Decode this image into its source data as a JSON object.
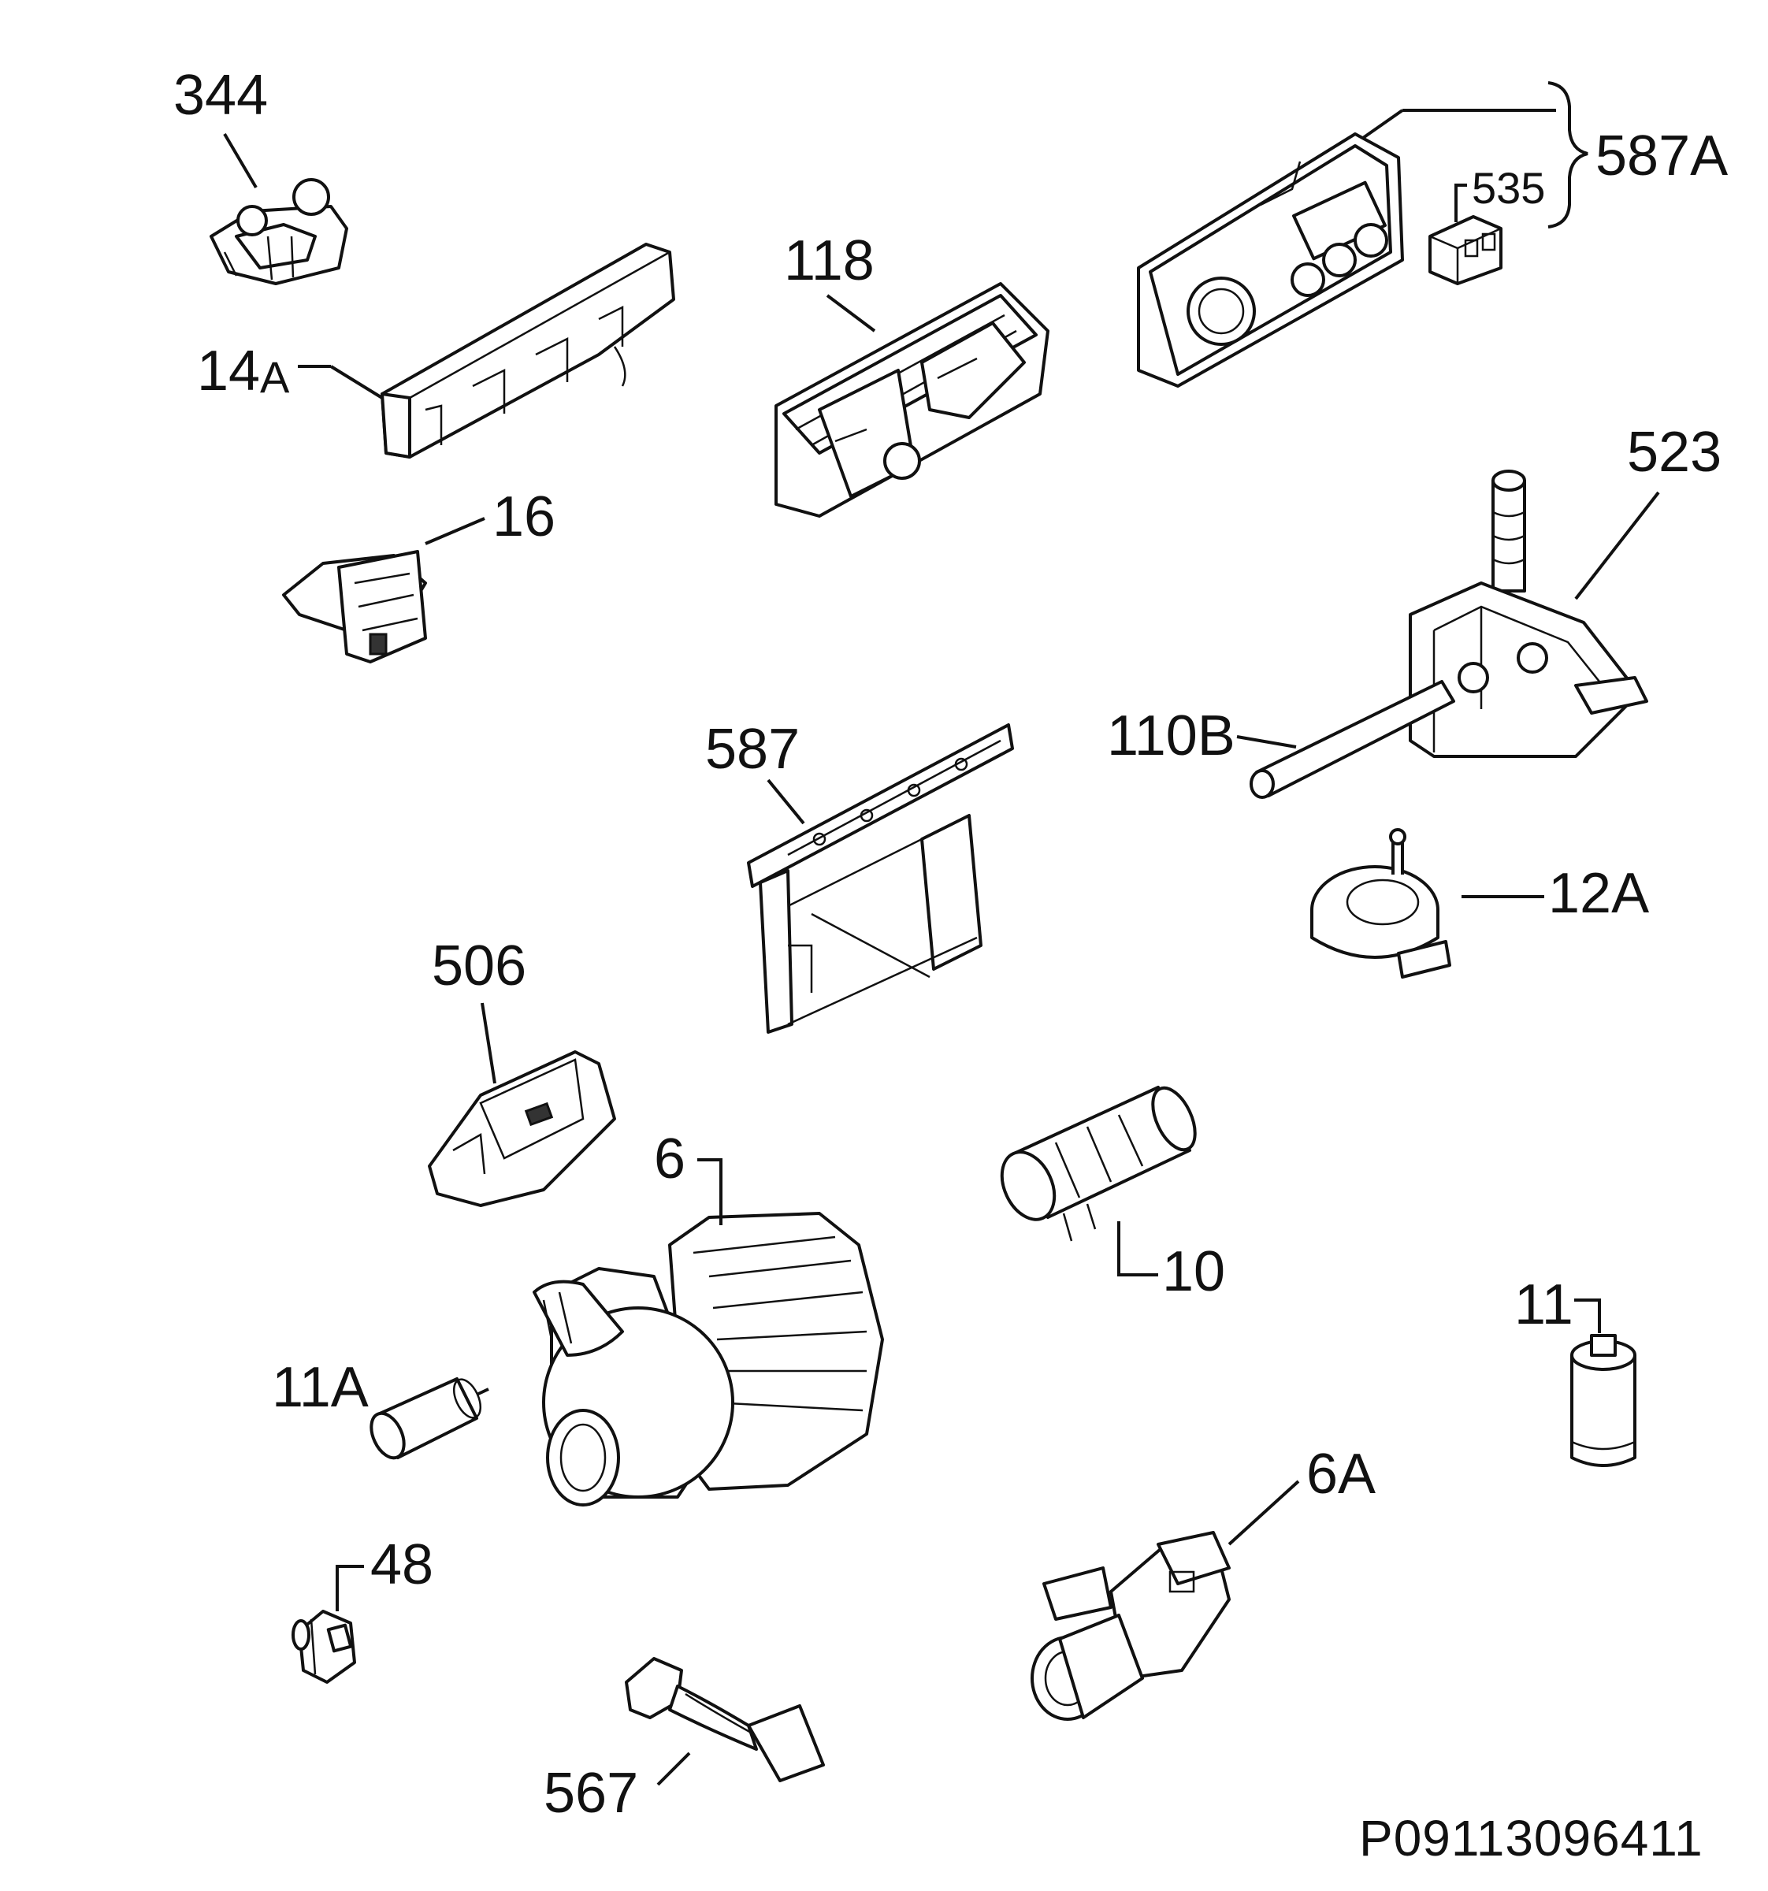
{
  "parts": [
    {
      "id": "p344",
      "label": "344"
    },
    {
      "id": "p14a_num",
      "label": "14"
    },
    {
      "id": "p14a_suf",
      "label": "A"
    },
    {
      "id": "p16",
      "label": "16"
    },
    {
      "id": "p118",
      "label": "118"
    },
    {
      "id": "p535",
      "label": "535"
    },
    {
      "id": "p587a",
      "label": "587A"
    },
    {
      "id": "p523",
      "label": "523"
    },
    {
      "id": "p110b",
      "label": "110B"
    },
    {
      "id": "p587",
      "label": "587"
    },
    {
      "id": "p12a",
      "label": "12A"
    },
    {
      "id": "p506",
      "label": "506"
    },
    {
      "id": "p6",
      "label": "6"
    },
    {
      "id": "p10",
      "label": "10"
    },
    {
      "id": "p11",
      "label": "11"
    },
    {
      "id": "p11a",
      "label": "11A"
    },
    {
      "id": "p6a",
      "label": "6A"
    },
    {
      "id": "p48",
      "label": "48"
    },
    {
      "id": "p567",
      "label": "567"
    }
  ],
  "drawing_code": "P09113096411"
}
